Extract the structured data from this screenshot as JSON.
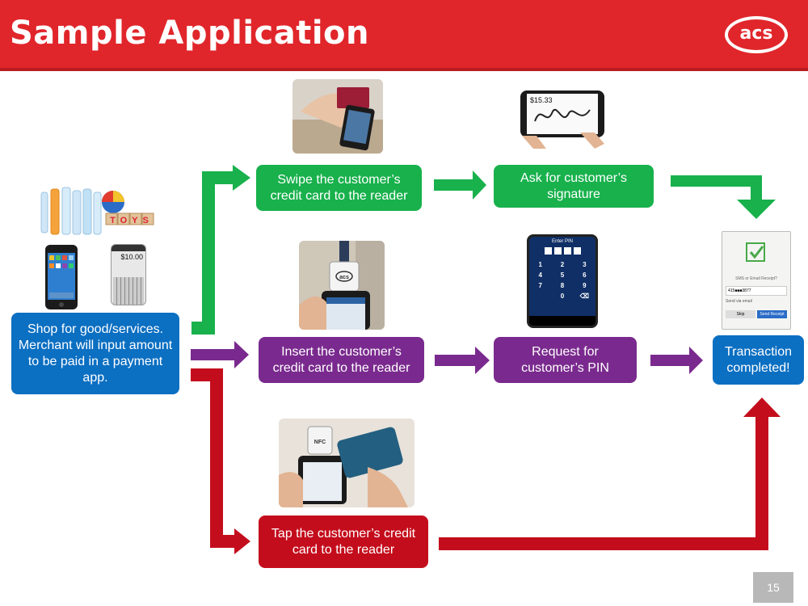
{
  "header": {
    "title": "Sample Application",
    "logo_text": "acs"
  },
  "boxes": {
    "shop": "Shop for good/services. Merchant  will input amount to be paid in a payment app.",
    "swipe": "Swipe the customer’s credit card to the reader",
    "signature": "Ask for customer’s signature",
    "insert": "Insert the customer’s credit card to the reader",
    "pin": "Request for customer’s PIN",
    "tap": "Tap the customer’s credit card to the reader",
    "completed": "Transaction completed!"
  },
  "images": {
    "phone_amount": "$10.00",
    "toys": "TOYS",
    "signature_amount": "$15.33",
    "pin_header": "Enter PIN",
    "keypad": [
      "1",
      "2",
      "3",
      "4",
      "5",
      "6",
      "7",
      "8",
      "9",
      "0"
    ],
    "reader_logo": "acs",
    "nfc": "NFC",
    "receipt_phone": "415■■■3877",
    "receipt_email": "Send via email",
    "receipt_skip": "Skip",
    "receipt_send": "Send Receipt",
    "receipt_title": "SMS or Email Receipt?"
  },
  "footer": {
    "page_number": "15"
  },
  "colors": {
    "green": "#18b14c",
    "purple": "#7a2a8e",
    "red": "#c40d1c",
    "blue": "#0b6fc2",
    "header": "#e0262b"
  }
}
